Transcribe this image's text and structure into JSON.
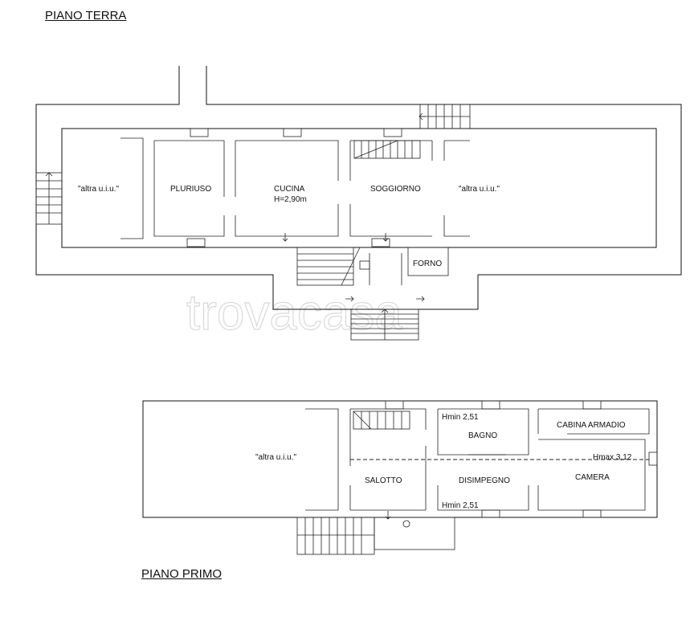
{
  "headings": {
    "ground_floor": "PIANO TERRA",
    "first_floor": "PIANO PRIMO"
  },
  "watermark": "trovacasa",
  "ground_floor_rooms": {
    "other_unit_left": "\"altra u.i.u.\"",
    "pluriuso": "PLURIUSO",
    "cucina": "CUCINA",
    "cucina_height": "H=2,90m",
    "soggiorno": "SOGGIORNO",
    "other_unit_right": "\"altra u.i.u.\"",
    "forno": "FORNO"
  },
  "first_floor_rooms": {
    "other_unit": "\"altra u.i.u.\"",
    "hmin_top": "Hmin 2,51",
    "bagno": "BAGNO",
    "cabina_armadio": "CABINA ARMADIO",
    "hmax": "Hmax 3,12",
    "salotto": "SALOTTO",
    "disimpegno": "DISIMPEGNO",
    "camera": "CAMERA",
    "hmin_bottom": "Hmin 2,51"
  },
  "colors": {
    "lines": "#111111",
    "watermark": "#d9d9d9"
  }
}
